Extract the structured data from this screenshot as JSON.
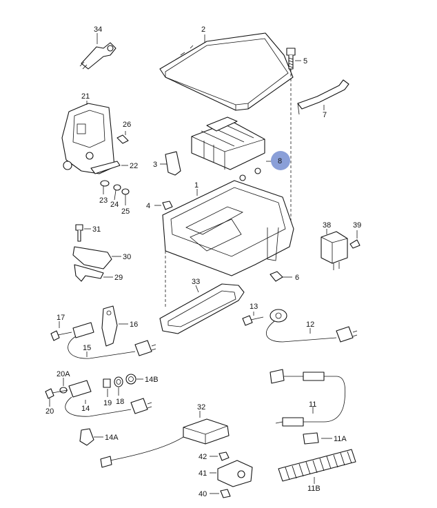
{
  "diagram": {
    "highlight_color": "#8a9fd8",
    "callouts": {
      "c34": "34",
      "c2": "2",
      "c5": "5",
      "c7": "7",
      "c21": "21",
      "c26": "26",
      "c8": "8",
      "c3": "3",
      "c22": "22",
      "c23": "23",
      "c24": "24",
      "c25": "25",
      "c1": "1",
      "c4": "4",
      "c31": "31",
      "c38": "38",
      "c39": "39",
      "c30": "30",
      "c29": "29",
      "c6": "6",
      "c33": "33",
      "c13": "13",
      "c17": "17",
      "c16": "16",
      "c12": "12",
      "c15": "15",
      "c20A": "20A",
      "c14B": "14B",
      "c19": "19",
      "c18": "18",
      "c14": "14",
      "c20": "20",
      "c11": "11",
      "c32": "32",
      "c14A": "14A",
      "c11A": "11A",
      "c42": "42",
      "c41": "41",
      "c11B": "11B",
      "c40": "40"
    }
  }
}
